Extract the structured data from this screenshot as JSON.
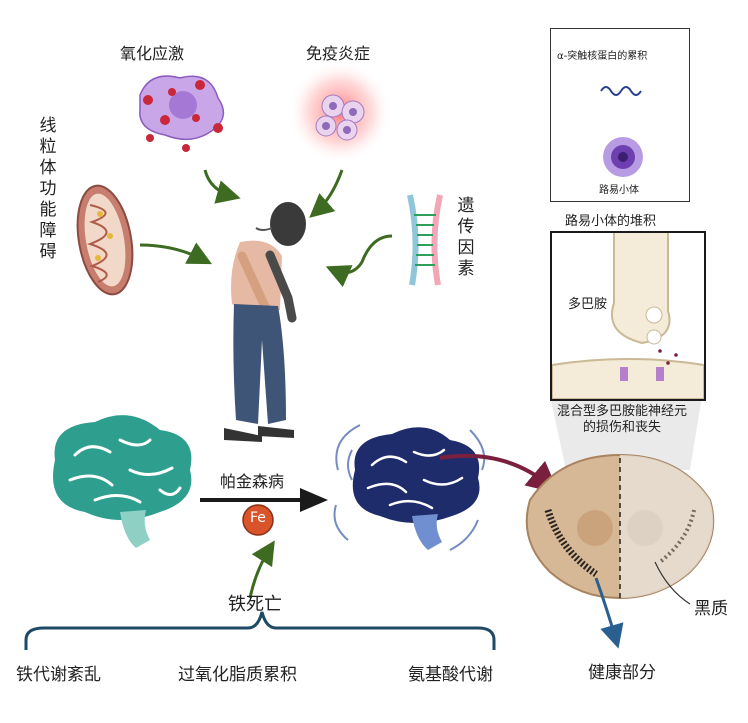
{
  "labels": {
    "oxidative_stress": "氧化应激",
    "immune_inflammation": "免疫炎症",
    "mito_dysfunction": "线粒体功能障碍",
    "genetic_factors": "遗传因素",
    "parkinsons": "帕金森病",
    "fe": "Fe",
    "ferroptosis": "铁死亡",
    "iron_dysregulation": "铁代谢紊乱",
    "lipid_peroxidation": "过氧化脂质累积",
    "amino_acid_metabolism": "氨基酸代谢",
    "healthy_part": "健康部分",
    "substantia_nigra": "黑质",
    "alpha_synuclein": "α-突触核蛋白的累积",
    "lewy_body": "路易小体",
    "lewy_accumulation": "路易小体的堆积",
    "dopamine": "多巴胺",
    "neuron_loss": "混合型多巴胺能神经元的损伤和丧失"
  },
  "colors": {
    "arrow_green": "#3d6b21",
    "healthy_brain": "#2e9e8f",
    "pd_brain": "#1f2c6b",
    "fe_circle": "#d9542b",
    "dark_red_arrow": "#7a1f3d",
    "blue_arrow": "#2b5f8f"
  }
}
